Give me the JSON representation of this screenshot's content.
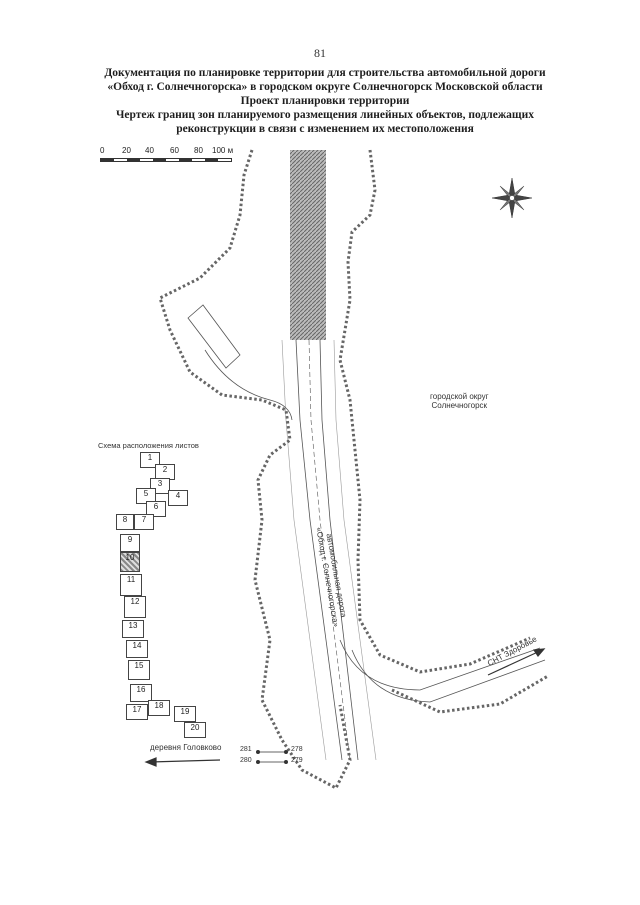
{
  "page_number": "81",
  "header": {
    "line1": "Документация по планировке территории для строительства автомобильной дороги",
    "line2": "«Обход г. Солнечногорска» в городском округе Солнечногорск Московской области",
    "line3": "Проект планировки территории",
    "line4": "Чертеж границ зон планируемого размещения линейных объектов, подлежащих",
    "line5": "реконструкции в связи с изменением их местоположения"
  },
  "scale": {
    "ticks": [
      "0",
      "20",
      "40",
      "60",
      "80",
      "100 м"
    ]
  },
  "map_labels": {
    "district": "городской округ\nСолнечногорск",
    "road": "автомобильная дорога\n«Обход г. Солнечногорска»",
    "snt": "СНТ Здоровье",
    "village": "деревня Головково"
  },
  "inset": {
    "title": "Схема расположения листов",
    "sheets": [
      "1",
      "2",
      "3",
      "4",
      "5",
      "6",
      "7",
      "8",
      "9",
      "10",
      "11",
      "12",
      "13",
      "14",
      "15",
      "16",
      "17",
      "18",
      "19",
      "20"
    ],
    "active_sheet": "10"
  },
  "points": [
    "281",
    "278",
    "280",
    "279"
  ]
}
